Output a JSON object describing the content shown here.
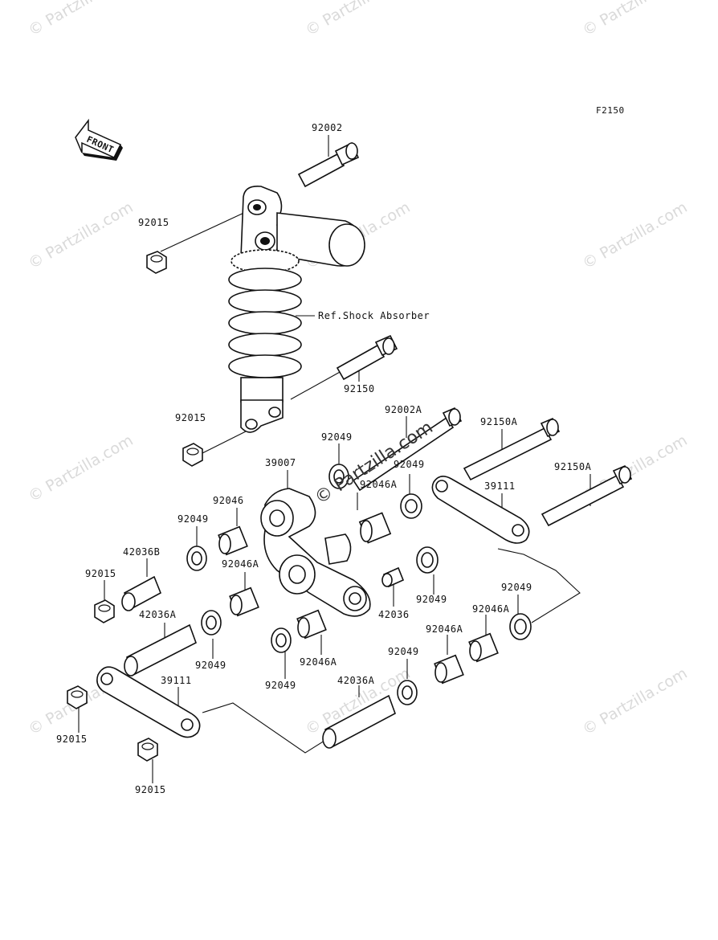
{
  "diagram_code": "F2150",
  "front_arrow_text": "FRONT",
  "watermark_text": "© Partzilla.com",
  "center_watermark_text": "© Partzilla.com",
  "reference_label": "Ref.Shock Absorber",
  "callouts": {
    "c_92002": "92002",
    "c_92015_a": "92015",
    "c_92150": "92150",
    "c_92015_b": "92015",
    "c_92002A": "92002A",
    "c_92049_a": "92049",
    "c_92150A_a": "92150A",
    "c_39007": "39007",
    "c_92049_b": "92049",
    "c_92150A_b": "92150A",
    "c_92046A_a": "92046A",
    "c_39111_a": "39111",
    "c_92046": "92046",
    "c_92049_c": "92049",
    "c_42036B": "42036B",
    "c_92046A_b": "92046A",
    "c_92015_c": "92015",
    "c_92049_d": "92049",
    "c_42036": "42036",
    "c_42036A_a": "42036A",
    "c_92049_e": "92049",
    "c_92046A_c": "92046A",
    "c_92046A_d": "92046A",
    "c_92049_f": "92049",
    "c_92046A_e": "92046A",
    "c_92049_g": "92049",
    "c_39111_b": "39111",
    "c_42036A_b": "42036A",
    "c_92015_d": "92015",
    "c_92015_e": "92015"
  }
}
